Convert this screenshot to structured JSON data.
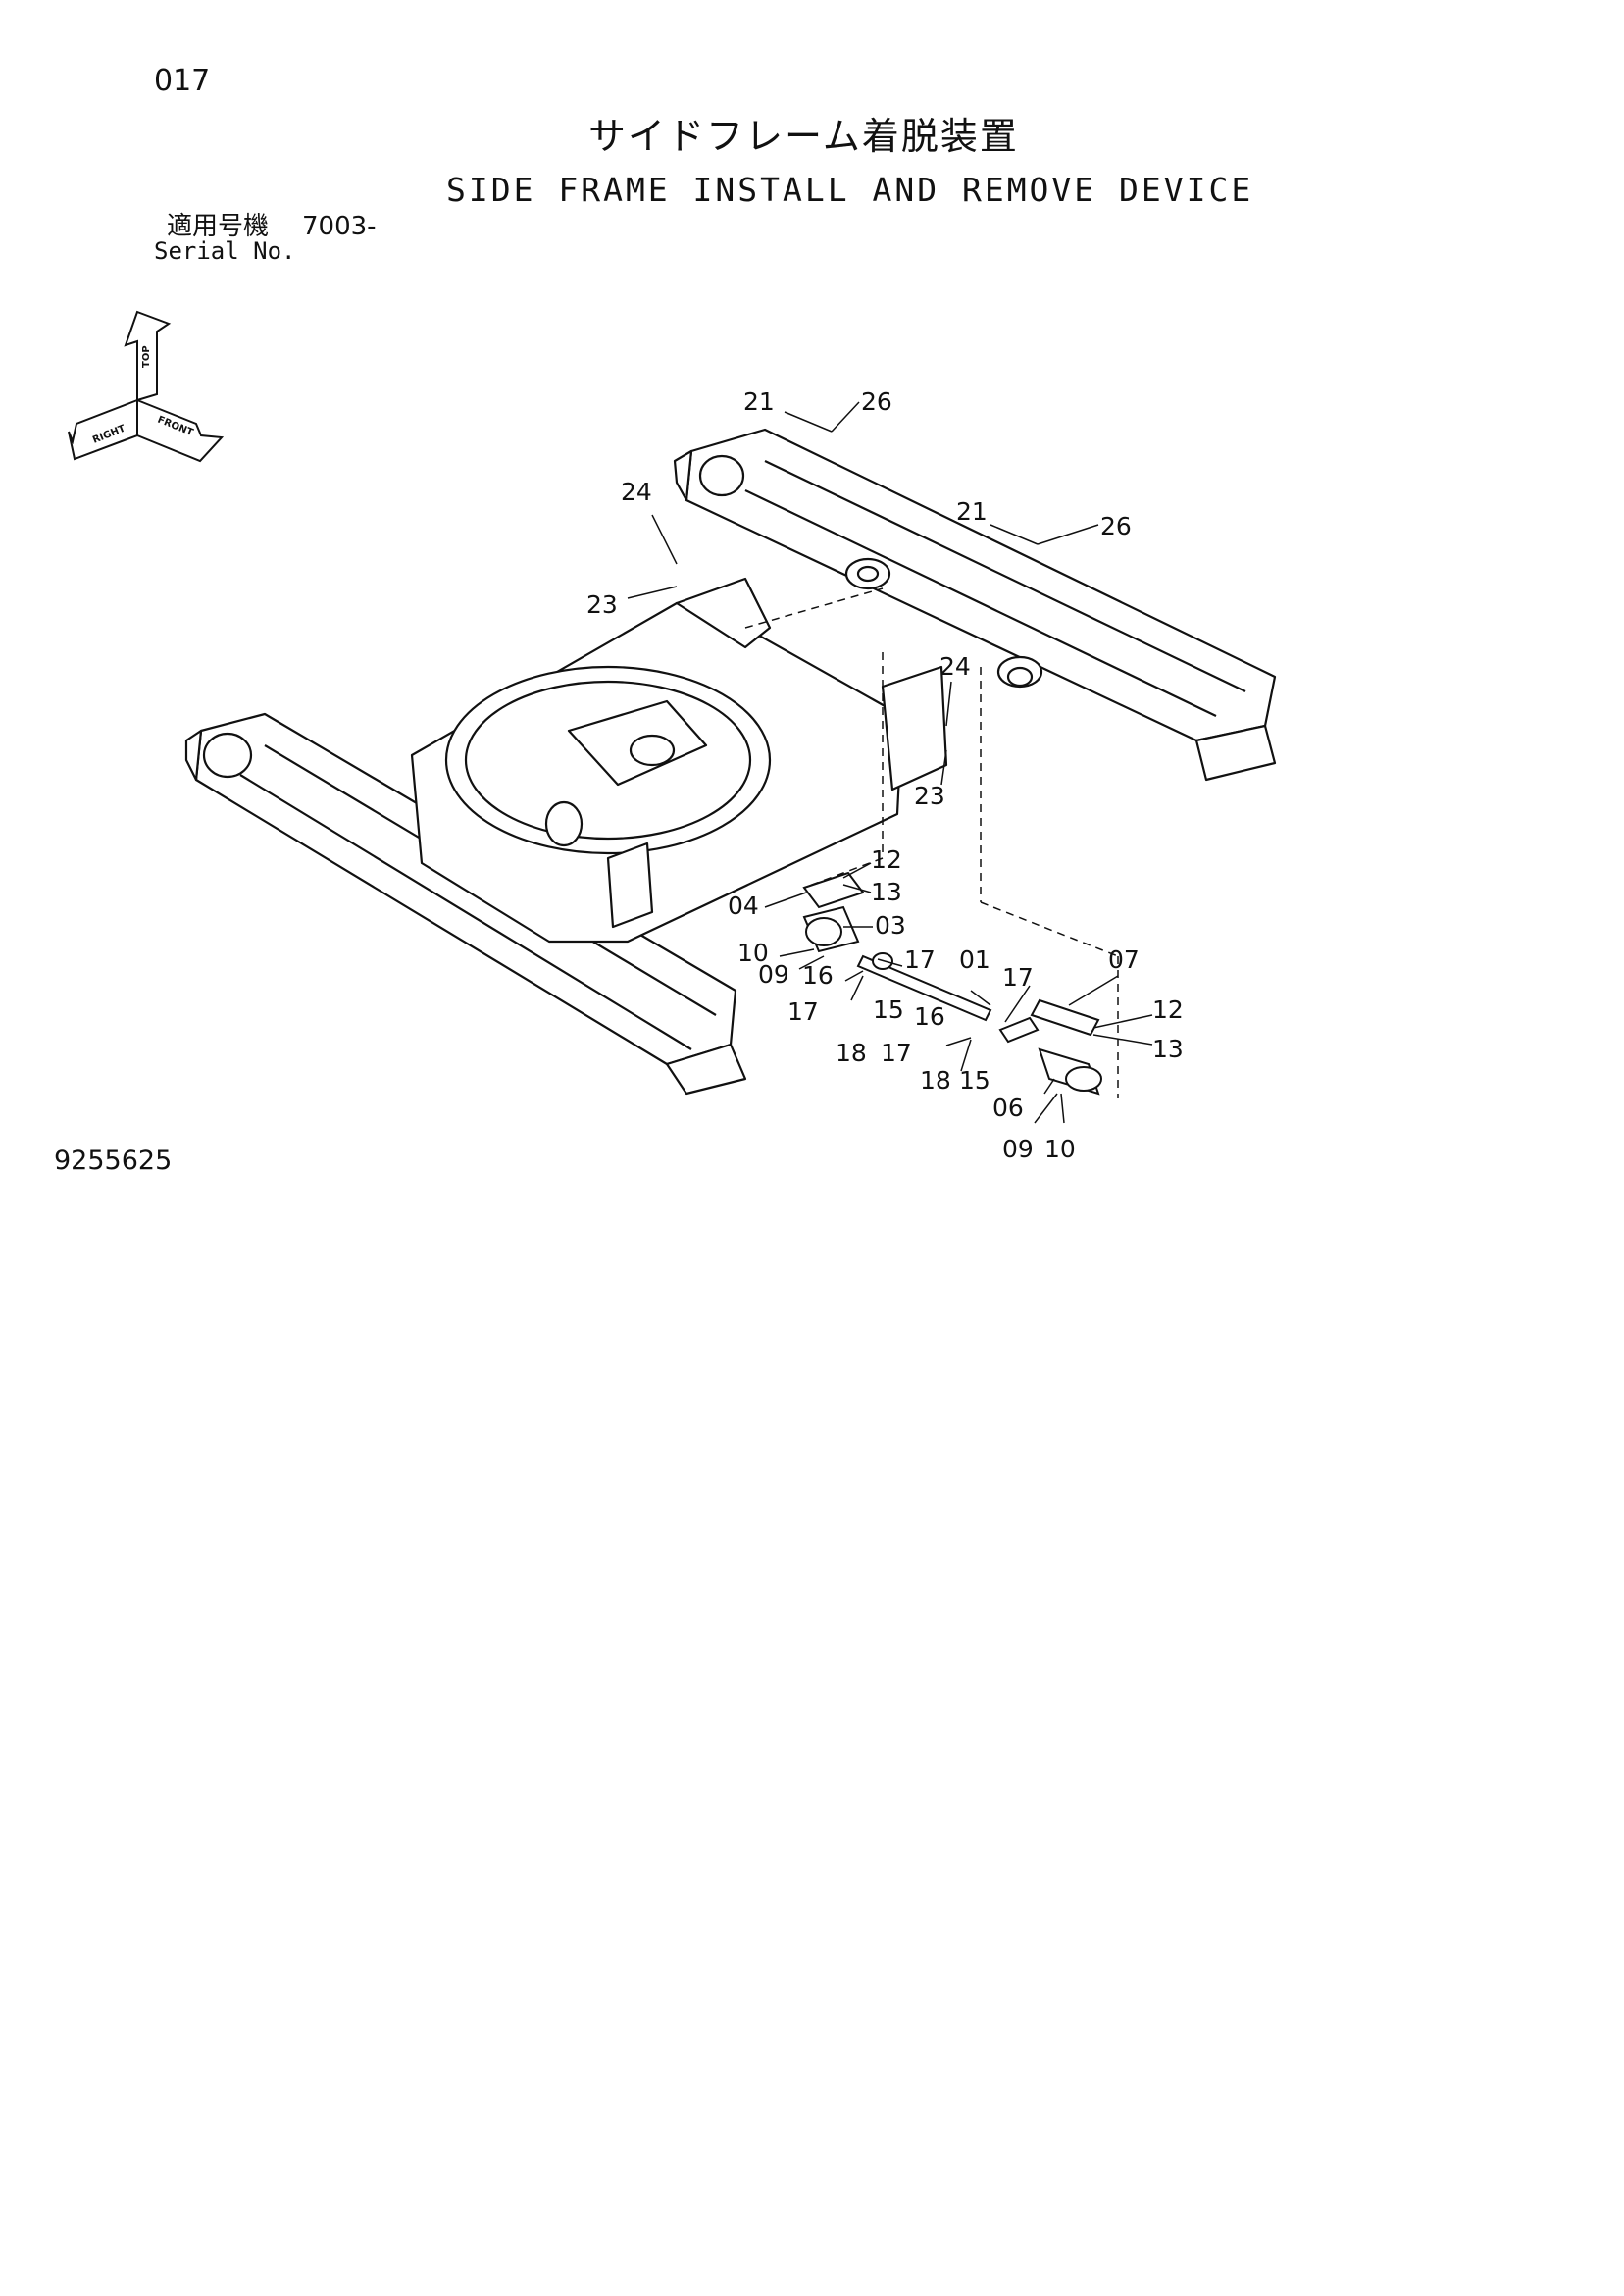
{
  "page_number": "017",
  "title_jp": "サイドフレーム着脱装置",
  "title_en": "SIDE FRAME INSTALL AND REMOVE DEVICE",
  "serial": {
    "label_jp": "適用号機",
    "value": "7003-",
    "label_en": "Serial No."
  },
  "document_number": "9255625",
  "compass": {
    "top": "TOP",
    "right": "RIGHT",
    "front": "FRONT"
  },
  "callouts": [
    "21",
    "26",
    "21",
    "26",
    "24",
    "23",
    "24",
    "23",
    "12",
    "13",
    "04",
    "03",
    "10",
    "09",
    "16",
    "17",
    "17",
    "01",
    "17",
    "15",
    "16",
    "18",
    "17",
    "18",
    "15",
    "07",
    "12",
    "13",
    "06",
    "09",
    "10"
  ]
}
